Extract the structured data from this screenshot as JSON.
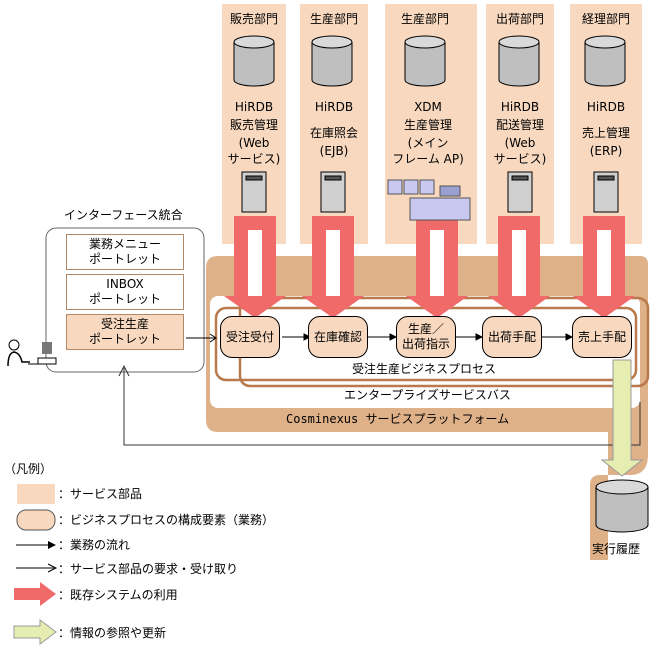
{
  "departments": [
    {
      "dept": "販売部門",
      "db": "HiRDB",
      "system": [
        "販売管理",
        "(Web",
        "サービス)"
      ]
    },
    {
      "dept": "生産部門",
      "db": "HiRDB",
      "system": [
        "在庫照会",
        "(EJB)"
      ]
    },
    {
      "dept": "生産部門",
      "db": "XDM",
      "system": [
        "生産管理",
        "(メイン",
        "フレーム AP)"
      ]
    },
    {
      "dept": "出荷部門",
      "db": "HiRDB",
      "system": [
        "配送管理",
        "(Web",
        "サービス)"
      ]
    },
    {
      "dept": "経理部門",
      "db": "HiRDB",
      "system": [
        "売上管理",
        "(ERP)"
      ]
    }
  ],
  "interface_title": "インターフェース統合",
  "portlets": [
    [
      "業務メニュー",
      "ポートレット"
    ],
    [
      "INBOX",
      "ポートレット"
    ],
    [
      "受注生産",
      "ポートレット"
    ]
  ],
  "steps": [
    [
      "受注受付"
    ],
    [
      "在庫確認"
    ],
    [
      "生産／",
      "出荷指示"
    ],
    [
      "出荷手配"
    ],
    [
      "売上手配"
    ]
  ],
  "process_label": "受注生産ビジネスプロセス",
  "esb_label": "エンタープライズサービスバス",
  "platform_label": "Cosminexus サービスプラットフォーム",
  "history_label": "実行履歴",
  "legend": {
    "title": "（凡例）",
    "items": [
      "：サービス部品",
      "：ビジネスプロセスの構成要素（業務）",
      "：業務の流れ",
      "：サービス部品の要求・受け取り",
      "：既存システムの利用",
      "：情報の参照や更新"
    ]
  },
  "colors": {
    "tan": "#f8d9c0",
    "platform": "#deb189",
    "red_arrow": "#f06a6a",
    "green_arrow": "#e6edb0"
  }
}
